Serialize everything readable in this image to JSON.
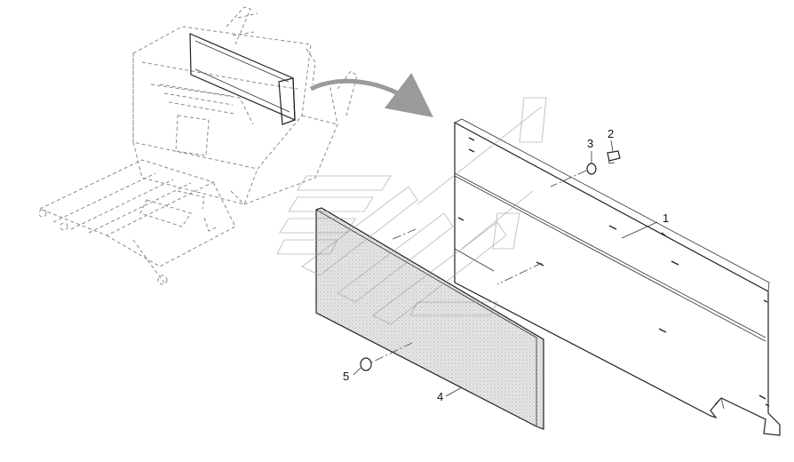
{
  "diagram": {
    "parts": [
      {
        "id": "1",
        "label": "1"
      },
      {
        "id": "2",
        "label": "2"
      },
      {
        "id": "3",
        "label": "3"
      },
      {
        "id": "4",
        "label": "4"
      },
      {
        "id": "5",
        "label": "5"
      }
    ]
  },
  "colors": {
    "line": "#222222",
    "phantom": "#8a8a8a",
    "foam": "#cfcfcf",
    "watermark": "#9a9a9a"
  }
}
